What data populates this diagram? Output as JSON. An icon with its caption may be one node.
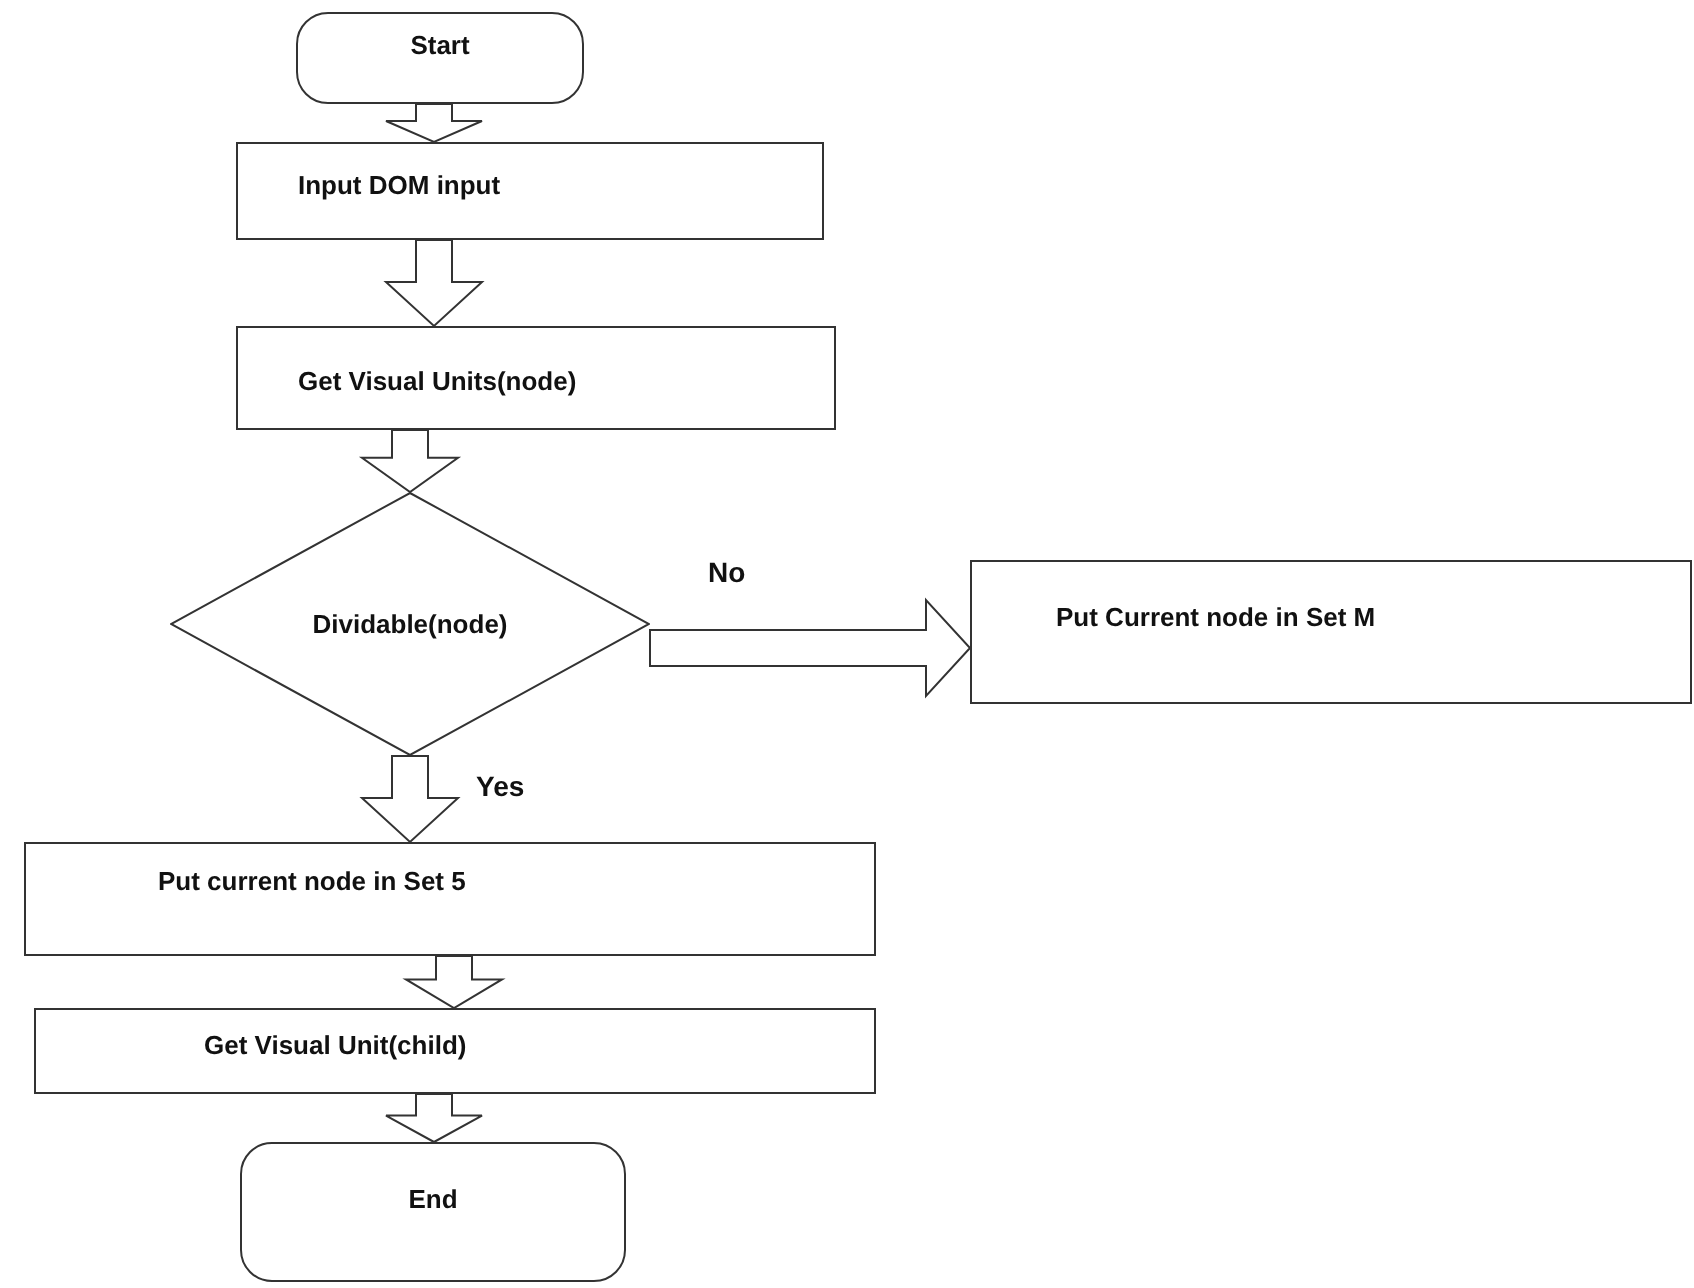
{
  "diagram": {
    "nodes": [
      {
        "text": [
          "Start"
        ]
      },
      {
        "text": [
          "Input DOM input"
        ]
      },
      {
        "text": [
          "Get Visual Units(node)"
        ]
      },
      {
        "text": [
          "Dividable(node)"
        ]
      },
      {
        "text": [
          "Put Current node in Set M"
        ]
      },
      {
        "text": [
          "Put current node in Set 5"
        ]
      },
      {
        "text": [
          "Get Visual Unit(child)"
        ]
      },
      {
        "text": [
          "End"
        ]
      }
    ],
    "edges": [
      {
        "from": 0,
        "to": 1,
        "arrow": "to"
      },
      {
        "from": 1,
        "to": 2,
        "arrow": "to"
      },
      {
        "from": 2,
        "to": 3,
        "arrow": "to"
      },
      {
        "from": 3,
        "to": 4,
        "arrow": "to",
        "label": "No"
      },
      {
        "from": 3,
        "to": 5,
        "arrow": "to",
        "label": "Yes"
      },
      {
        "from": 5,
        "to": 6,
        "arrow": "to"
      },
      {
        "from": 6,
        "to": 7,
        "arrow": "to"
      }
    ]
  }
}
